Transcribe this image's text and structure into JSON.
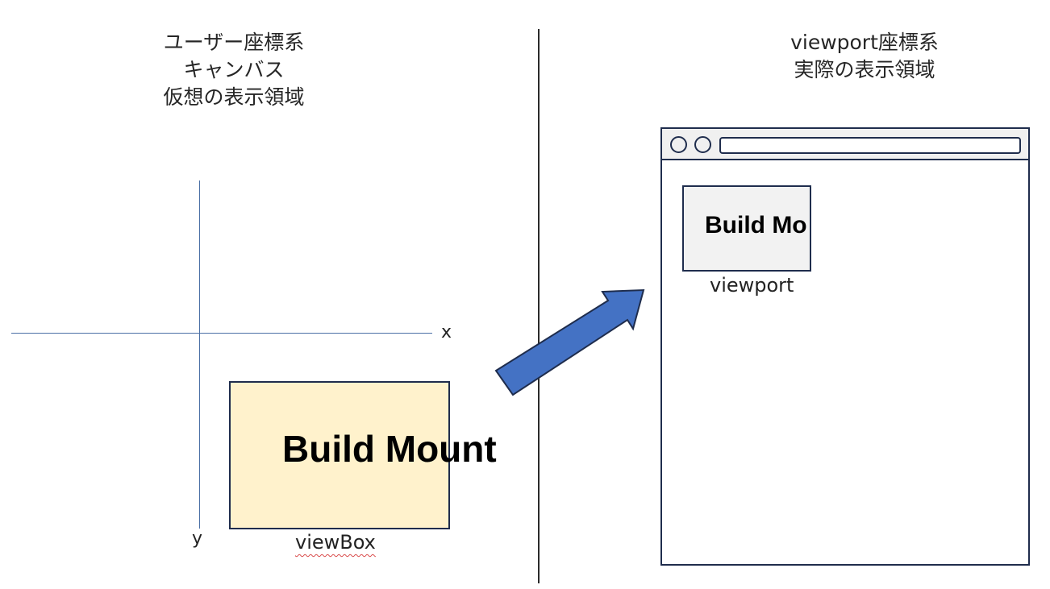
{
  "left_panel": {
    "heading_lines": [
      "ユーザー座標系",
      "キャンバス",
      "仮想の表示領域"
    ],
    "x_axis_label": "x",
    "y_axis_label": "y",
    "viewbox_content": "Build Mount",
    "viewbox_caption": "viewBox"
  },
  "right_panel": {
    "heading_lines": [
      "viewport座標系",
      "実際の表示領域"
    ],
    "viewport_content": "Build Mo",
    "viewport_caption": "viewport"
  },
  "colors": {
    "viewbox_fill": "#fff2cc",
    "viewport_fill": "#f2f2f2",
    "arrow_fill": "#4472c4",
    "outline": "#1f2d4d",
    "axis": "#4a6fa5"
  }
}
